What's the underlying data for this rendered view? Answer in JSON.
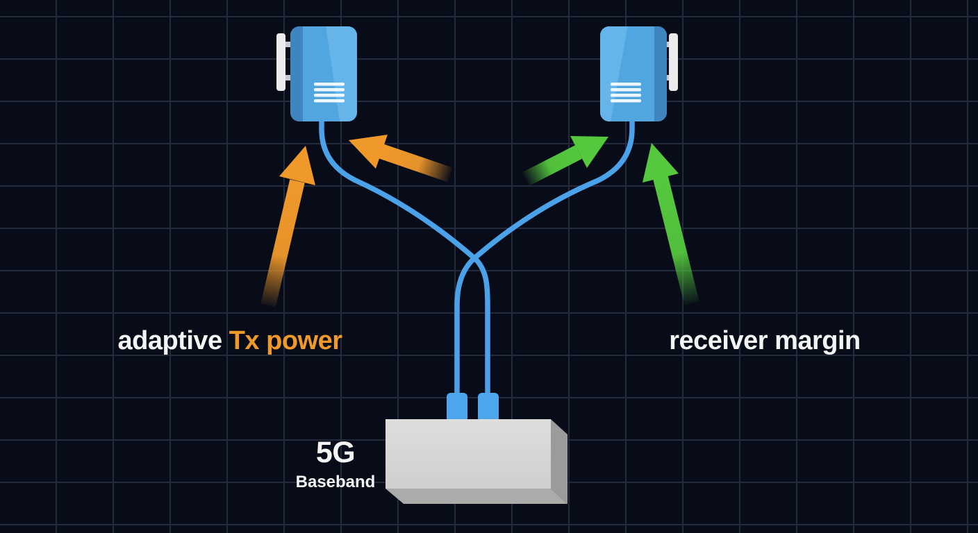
{
  "labels": {
    "adaptive_prefix": "adaptive ",
    "adaptive_highlight": "Tx power",
    "receiver_margin": "receiver margin",
    "baseband_line1": "5G",
    "baseband_line2": "Baseband"
  },
  "colors": {
    "background": "#080c18",
    "grid_line": "#222a3c",
    "cable": "#4ba2e9",
    "connector": "#4da6ec",
    "device_main": "#52a6df",
    "device_dark": "#3e86bd",
    "device_light": "#65b4ea",
    "bracket": "#ebebeb",
    "bracket_tab": "#c9cdd1",
    "vent": "#eef8fe",
    "arrow_orange": "#f0992b",
    "arrow_green": "#55c83e",
    "box_front": "#d8d8d6",
    "box_side": "#9b9b99",
    "box_bottom": "#ababa9",
    "text_white": "#f4f4f4"
  },
  "diagram": {
    "type": "network-diagram",
    "nodes": [
      {
        "id": "radio-unit-left",
        "kind": "remote-radio-unit"
      },
      {
        "id": "radio-unit-right",
        "kind": "remote-radio-unit"
      },
      {
        "id": "baseband-unit",
        "kind": "baseband",
        "label": "5G Baseband"
      }
    ],
    "edges": [
      {
        "from": "baseband-unit",
        "to": "radio-unit-left",
        "style": "cable",
        "crosses": true
      },
      {
        "from": "baseband-unit",
        "to": "radio-unit-right",
        "style": "cable",
        "crosses": true
      }
    ],
    "annotations": [
      {
        "label": "adaptive Tx power",
        "arrow_color": "#f0992b",
        "arrow_count": 2,
        "side": "left",
        "points_at": "radio-unit-left cable"
      },
      {
        "label": "receiver margin",
        "arrow_color": "#55c83e",
        "arrow_count": 2,
        "side": "right",
        "points_at": "radio-unit-right cable"
      }
    ]
  }
}
